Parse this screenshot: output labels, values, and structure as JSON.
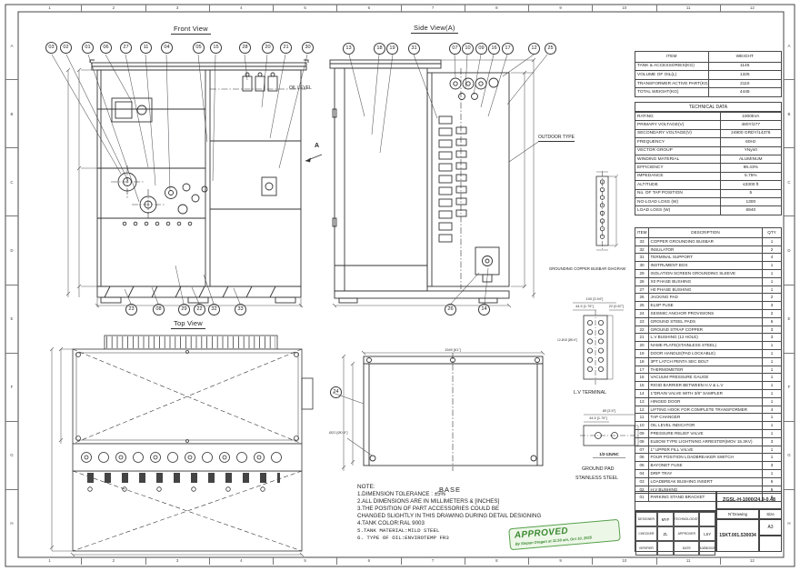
{
  "sheet": {
    "zones_cols": [
      "1",
      "2",
      "3",
      "4",
      "5",
      "6",
      "7",
      "8",
      "9",
      "10",
      "11",
      "12"
    ],
    "zones_rows": [
      "A",
      "B",
      "C",
      "D",
      "E",
      "F",
      "G",
      "H"
    ]
  },
  "views": {
    "front": {
      "title": "Front View",
      "balloons_top": [
        "03",
        "02",
        "01",
        "06",
        "27",
        "11",
        "04",
        "05",
        "15",
        "28",
        "20",
        "21",
        "30"
      ],
      "balloons_bottom": [
        "23",
        "08",
        "29",
        "22",
        "32",
        "33"
      ]
    },
    "side": {
      "title": "Side View(A)",
      "balloons_top": [
        "13",
        "18",
        "19",
        "31",
        "07",
        "10",
        "09",
        "16",
        "17",
        "12",
        "25"
      ],
      "balloons_bottom": [
        "26",
        "14"
      ]
    },
    "top": {
      "title": "Top View"
    },
    "base": {
      "title": "BASE",
      "balloons": [
        "24"
      ],
      "dim_width": "1549 [61\"]",
      "dim_hole": "Ø22 [Ø0.9\"]"
    },
    "section_label": "A",
    "labels": {
      "oil_level": "OIL LEVEL",
      "outdoor": "OUTDOOR TYPE",
      "busbar": "GROUNDING COPPER BUSBAR DIAGRAM",
      "lv_terminal": "L.V TERMINAL",
      "ground_pad_1": "GROUND PAD",
      "ground_pad_2": "STAINLESS STEEL"
    },
    "lv_detail": {
      "dim_w": "100 [3.94\"]",
      "dim_w2": "44.5 [1.75\"]",
      "dim_w3": "22 [0.87\"]",
      "dim_holes": "12-Ø15 [Ø0.6\"]"
    },
    "pad_detail": {
      "dim_w": "89 [3.5\"]",
      "dim_w2": "44.5 [1.75\"]",
      "thread": "1/2-13UNC"
    }
  },
  "weight_table": {
    "headers": [
      "ITEM",
      "WEIGHT"
    ],
    "rows": [
      [
        "TANK & ACCESSORIES(KG)",
        "1145"
      ],
      [
        "VOLUME OF OIL(L)",
        "1325"
      ],
      [
        "TRANSFORMER ACTIVE PART(KG)",
        "2110"
      ],
      [
        "TOTAL WEIGHT(KG)",
        "4445"
      ]
    ]
  },
  "technical_data": {
    "title": "TECHNICAL DATA",
    "rows": [
      [
        "RATING",
        "1000kVA"
      ],
      [
        "PRIMARY VOLTAGE(V)",
        "480Y/277"
      ],
      [
        "SECONDARY VOLTAGE(V)",
        "24900 GRDY/14376"
      ],
      [
        "FREQUENCY",
        "60Hz"
      ],
      [
        "VECTOR GROUP",
        "YNyn0"
      ],
      [
        "WINDING MATERIAL",
        "ALUMINUM"
      ],
      [
        "EFFICIENCY",
        "99.43%"
      ],
      [
        "IMPEDANCE",
        "5.75%"
      ],
      [
        "ALTITUDE",
        "≤3300 ft"
      ],
      [
        "No. OF TAP POSITION",
        "5"
      ],
      [
        "NO-LOAD LOSS (W)",
        "1300"
      ],
      [
        "LOAD LOSS (W)",
        "6940"
      ]
    ]
  },
  "parts_list": {
    "headers": [
      "ITEM",
      "DESCRIPTION",
      "QTY"
    ],
    "rows": [
      [
        "33",
        "COPPER GROUNDING BUSBAR",
        "1"
      ],
      [
        "32",
        "INSULATOR",
        "2"
      ],
      [
        "31",
        "TERMINAL SUPPORT",
        "4"
      ],
      [
        "30",
        "INSTRUMENT BOX",
        "1"
      ],
      [
        "29",
        "ISOLATION SCREEN GROUNDING SLEEVE",
        "1"
      ],
      [
        "28",
        "X0 PHASE BUSHING",
        "1"
      ],
      [
        "27",
        "H0 PHASE BUSHING",
        "1"
      ],
      [
        "26",
        "JACKING PAD",
        "2"
      ],
      [
        "25",
        "ELSP FUSE",
        "3"
      ],
      [
        "24",
        "SEISMIC ANCHOR PROVISIONS",
        "2"
      ],
      [
        "23",
        "GROUND STEEL PADS",
        "6"
      ],
      [
        "22",
        "GROUND STRAP COPPER",
        "3"
      ],
      [
        "21",
        "L.V BUSHING (12 HOLE)",
        "3"
      ],
      [
        "20",
        "NAME PLATE(STAINLESS STEEL)",
        "1"
      ],
      [
        "19",
        "DOOR HANDLE(PAD LOCKABLE)",
        "1"
      ],
      [
        "18",
        "3PT LATCH PENTA SEC BOLT",
        "1"
      ],
      [
        "17",
        "THERMOMETER",
        "1"
      ],
      [
        "16",
        "VACUUM PRESSURE GAUGE",
        "1"
      ],
      [
        "15",
        "RIGID BARRIER BETWEEN H.V & L.V",
        "1"
      ],
      [
        "14",
        "1\"DRAIN VALVE WITH 3/8\" SAMPLER",
        "1"
      ],
      [
        "13",
        "HINGED DOOR",
        "1"
      ],
      [
        "12",
        "LIFTING HOOK FOR COMPLETE TRANSFORMER",
        "4"
      ],
      [
        "11",
        "TAP CHANGER",
        "1"
      ],
      [
        "10",
        "OIL LEVEL INDICATOR",
        "1"
      ],
      [
        "09",
        "PRESSURE RELIEF VALVE",
        "1"
      ],
      [
        "08",
        "ELBOW TYPE LIGHTNING ARRESTER(MOV 15.3KV)",
        "3"
      ],
      [
        "07",
        "1\" UPPER FILL VALVE",
        "1"
      ],
      [
        "06",
        "FOUR POSITION LOADBREAKER SWITCH",
        "1"
      ],
      [
        "05",
        "BAYONET FUSE",
        "3"
      ],
      [
        "04",
        "DRIP TRAY",
        "1"
      ],
      [
        "03",
        "LOADBREAK BUSHING INSERT",
        "6"
      ],
      [
        "02",
        "H.V BUSHING",
        "6"
      ],
      [
        "01",
        "PARKING STAND BRACKET",
        "6"
      ]
    ]
  },
  "notes": {
    "title": "NOTE:",
    "lines": [
      "1.DIMENSION TOLERANCE : ±5%",
      "2.ALL DIMENSIONS ARE IN MILLIMETERS & [INCHES]",
      "3.THE POSITION OF PART ACCESSORIES COULD BE",
      "CHANGED SLIGHTLY IN THIS DRAWING DURING DETAIL DESIGNING",
      "4.TANK COLOR:RAL 9003",
      "5.TANK MATERIAL:MILD STEEL",
      "6. TYPE OF OIL:ENVIROTEMP FR3"
    ]
  },
  "stamp": {
    "word": "APPROVED",
    "byline": "By Stepan Dragan at 11:50 am, Oct 10, 2025",
    "color": "#3c8a33"
  },
  "title_block": {
    "model": "ZGSL-H-1000/24.9-0.48",
    "n_drawing_label": "N°Drawing",
    "size_label": "Size",
    "size": "A3",
    "drawing_no": "1SKT.001.S30034",
    "designer_label": "DESIGNER",
    "designer": "MYF",
    "technologist_label": "TECHNOLOGIST",
    "technologist": "",
    "checker_label": "CHECKER",
    "checker": "ZL",
    "approver_label": "APPROVER",
    "approver": "LSY",
    "verifier_label": "VERIFIER",
    "verifier": "",
    "date_label": "DATE",
    "date": "10/08/2025"
  }
}
